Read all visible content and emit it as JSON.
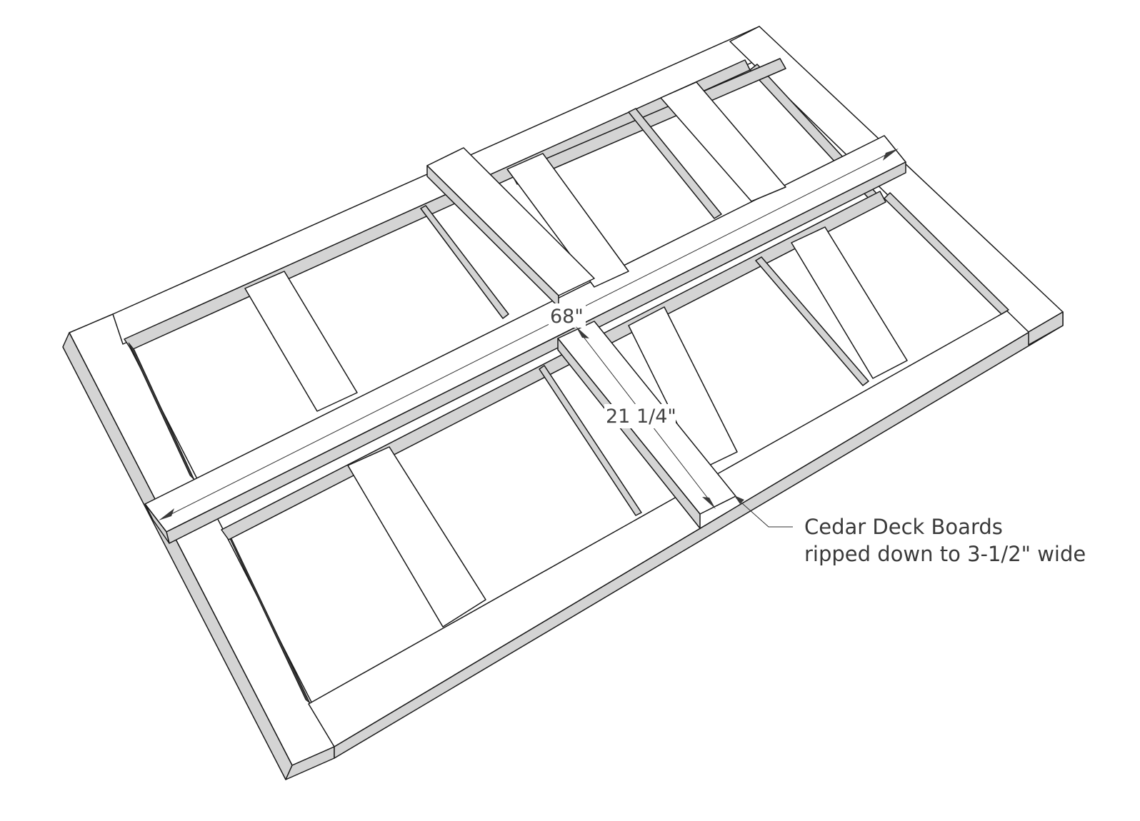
{
  "dimensions": {
    "length_label": "68\"",
    "width_label": "21 1/4\""
  },
  "callout": {
    "line1": "Cedar Deck Boards",
    "line2": "ripped down to 3-1/2\" wide"
  },
  "colors": {
    "edge": "#1a1a1a",
    "side_face": "#d4d4d4",
    "top_face": "#ffffff",
    "text": "#3a3a3a"
  }
}
